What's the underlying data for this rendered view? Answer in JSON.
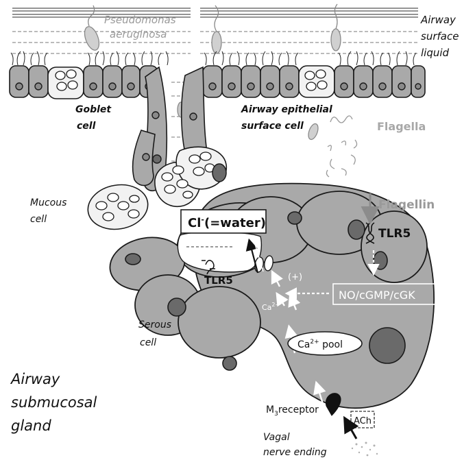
{
  "labels": {
    "bacterium": "Pseudomonas",
    "bacterium_species": "aeruginosa",
    "asl_line1": "Airway",
    "asl_line2": "surface",
    "asl_line3": "liquid",
    "goblet_line1": "Goblet",
    "goblet_line2": "cell",
    "surface_cell_line1": "Airway epithelial",
    "surface_cell_line2": "surface cell",
    "flagella": "Flagella",
    "flagellin": "Flagellin",
    "tlr5_right": "TLR5",
    "tlr5_left": "TLR5",
    "mucous_line1": "Mucous",
    "mucous_line2": "cell",
    "chloride_ion": "Cl",
    "chloride_charge": "-",
    "chloride_rest": "(=water)",
    "serous_line1": "Serous",
    "serous_line2": "cell",
    "plus": "(+)",
    "calcium_ion": "Ca",
    "calcium_charge": "2+",
    "no_pathway": "NO/cGMP/cGK",
    "pool_ion": "Ca",
    "pool_charge": "2+",
    "pool_word": " pool",
    "m3_prefix": "M",
    "m3_sub": "3",
    "m3_suffix": "receptor",
    "ach": "ACh",
    "gland_line1": "Airway",
    "gland_line2": "submucosal",
    "gland_line3": "gland",
    "vagal_line1": "Vagal",
    "vagal_line2": "nerve ending"
  },
  "colors": {
    "cell_fill": "#a9a9a9",
    "cell_stroke": "#1a1a1a",
    "nucleus_fill": "#6a6a6a",
    "grey_label": "#9a9a9a",
    "flagellin_arrow": "#8c8c8c"
  }
}
